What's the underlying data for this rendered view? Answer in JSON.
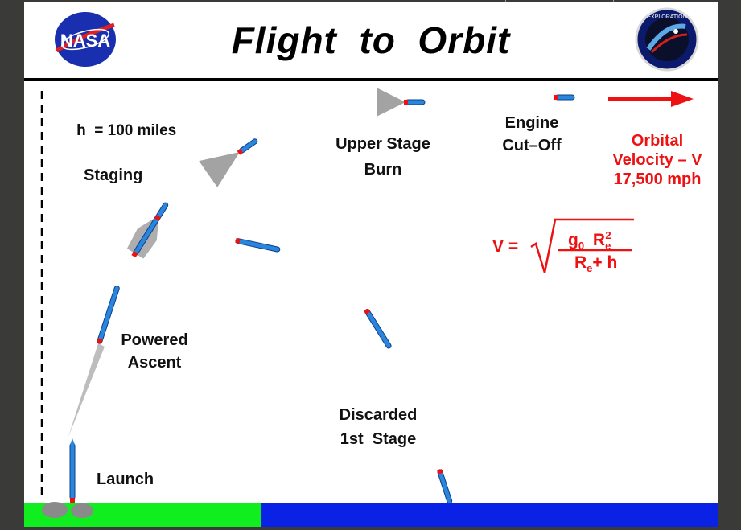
{
  "header": {
    "title": "Flight  to  Orbit",
    "left_logo": "NASA",
    "right_logo_text": "EXPLORATION"
  },
  "altitude": {
    "symbol": "h",
    "value": "= 100 miles"
  },
  "labels": {
    "staging": "Staging",
    "upper_stage_1": "Upper Stage",
    "upper_stage_2": "Burn",
    "engine_1": "Engine",
    "engine_2": "Cut–Off",
    "orbital_1": "Orbital",
    "orbital_2": "Velocity – V",
    "orbital_3": "17,500 mph",
    "powered_1": "Powered",
    "powered_2": "Ascent",
    "discarded_1": "Discarded",
    "discarded_2": "1st  Stage",
    "launch": "Launch"
  },
  "formula": {
    "lhs": "V =",
    "g": "g",
    "g_sub": "0",
    "r": "R",
    "r_sub": "e",
    "r_sup": "2",
    "den_r": "R",
    "den_sub": "e",
    "den_rest": "+ h"
  },
  "colors": {
    "sky": "#ffffff",
    "land": "#10ee20",
    "ocean": "#0a22e6",
    "accent": "#ee1111",
    "rocket": "#2a86dc",
    "frame": "#3a3a38"
  }
}
